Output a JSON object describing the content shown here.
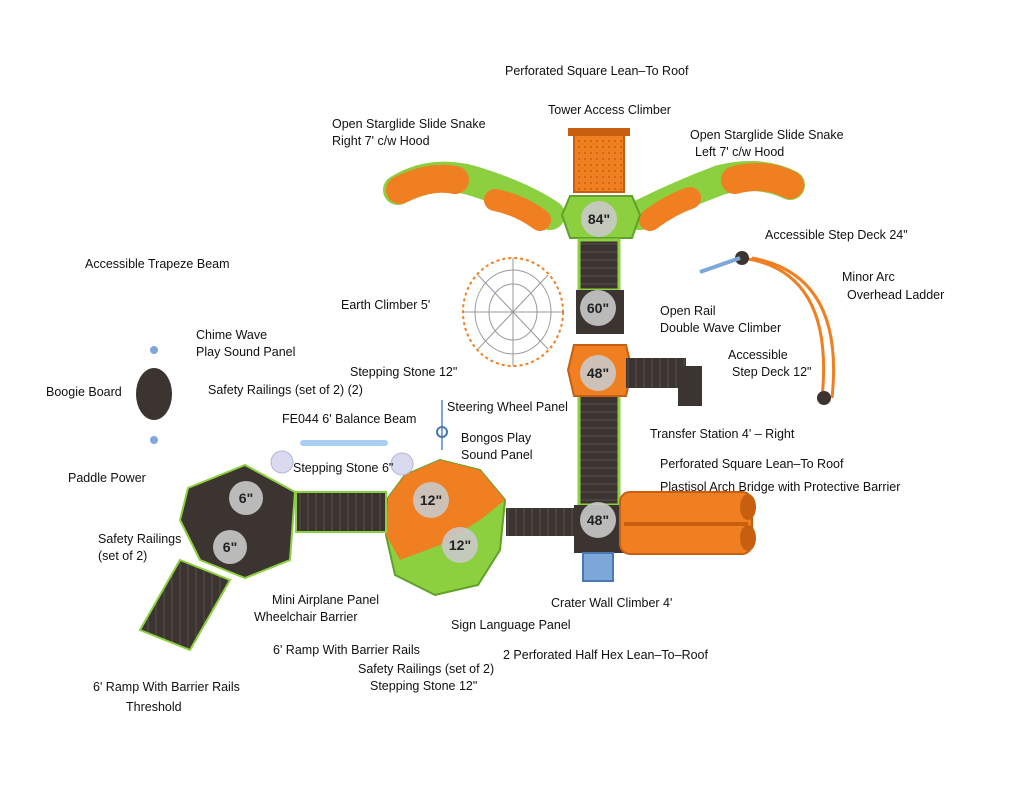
{
  "colors": {
    "deck": "#3b3431",
    "deck_line": "#5a514c",
    "green": "#8ccf3f",
    "green_dark": "#5fa12a",
    "orange": "#f07f22",
    "orange_dark": "#c85f10",
    "blue_post": "#7da7d9",
    "badge_fill": "#c9c9c9",
    "badge_text": "#222222"
  },
  "decks": {
    "d84": "84\"",
    "d60": "60\"",
    "d48a": "48\"",
    "d48b": "48\"",
    "d12a": "12\"",
    "d12b": "12\"",
    "d6a": "6\"",
    "d6b": "6\""
  },
  "labels": {
    "perforated_roof_top": "Perforated Square Lean–To Roof",
    "tower_access": "Tower Access Climber",
    "slide_right_1": "Open Starglide Slide Snake",
    "slide_right_2": "Right 7' c/w Hood",
    "slide_left_1": "Open Starglide Slide Snake",
    "slide_left_2": "Left 7' c/w Hood",
    "step_deck_24": "Accessible Step Deck 24\"",
    "trapeze": "Accessible Trapeze Beam",
    "minor_arc_1": "Minor Arc",
    "minor_arc_2": "Overhead Ladder",
    "earth_climber": "Earth Climber 5'",
    "open_rail_1": "Open Rail",
    "open_rail_2": "Double Wave Climber",
    "chime_1": "Chime Wave",
    "chime_2": "Play Sound Panel",
    "step_deck_12_1": "Accessible",
    "step_deck_12_2": "Step Deck 12\"",
    "stepping_stone_12_top": "Stepping Stone 12\"",
    "boogie": "Boogie Board",
    "safety_railings_2": "Safety Railings (set of 2) (2)",
    "steering": "Steering Wheel Panel",
    "balance_beam": "FE044 6' Balance Beam",
    "bongos_1": "Bongos Play",
    "bongos_2": "Sound Panel",
    "transfer": "Transfer Station 4' – Right",
    "stepping_stone_6": "Stepping Stone 6\"",
    "perforated_roof_mid": "Perforated Square Lean–To Roof",
    "paddle": "Paddle Power",
    "plastisol": "Plastisol Arch Bridge with Protective Barrier",
    "safety_left_1": "Safety Railings",
    "safety_left_2": "(set of 2)",
    "crater": "Crater Wall Climber 4'",
    "mini_airplane": "Mini Airplane Panel",
    "wheelchair": "Wheelchair Barrier",
    "sign_language": "Sign Language Panel",
    "ramp_mid": "6' Ramp With Barrier Rails",
    "half_hex": "2 Perforated Half Hex Lean–To–Roof",
    "safety_bottom": "Safety Railings (set of 2)",
    "stepping_stone_12_bottom": "Stepping Stone 12\"",
    "ramp_left": "6' Ramp With Barrier Rails",
    "threshold": "Threshold"
  }
}
